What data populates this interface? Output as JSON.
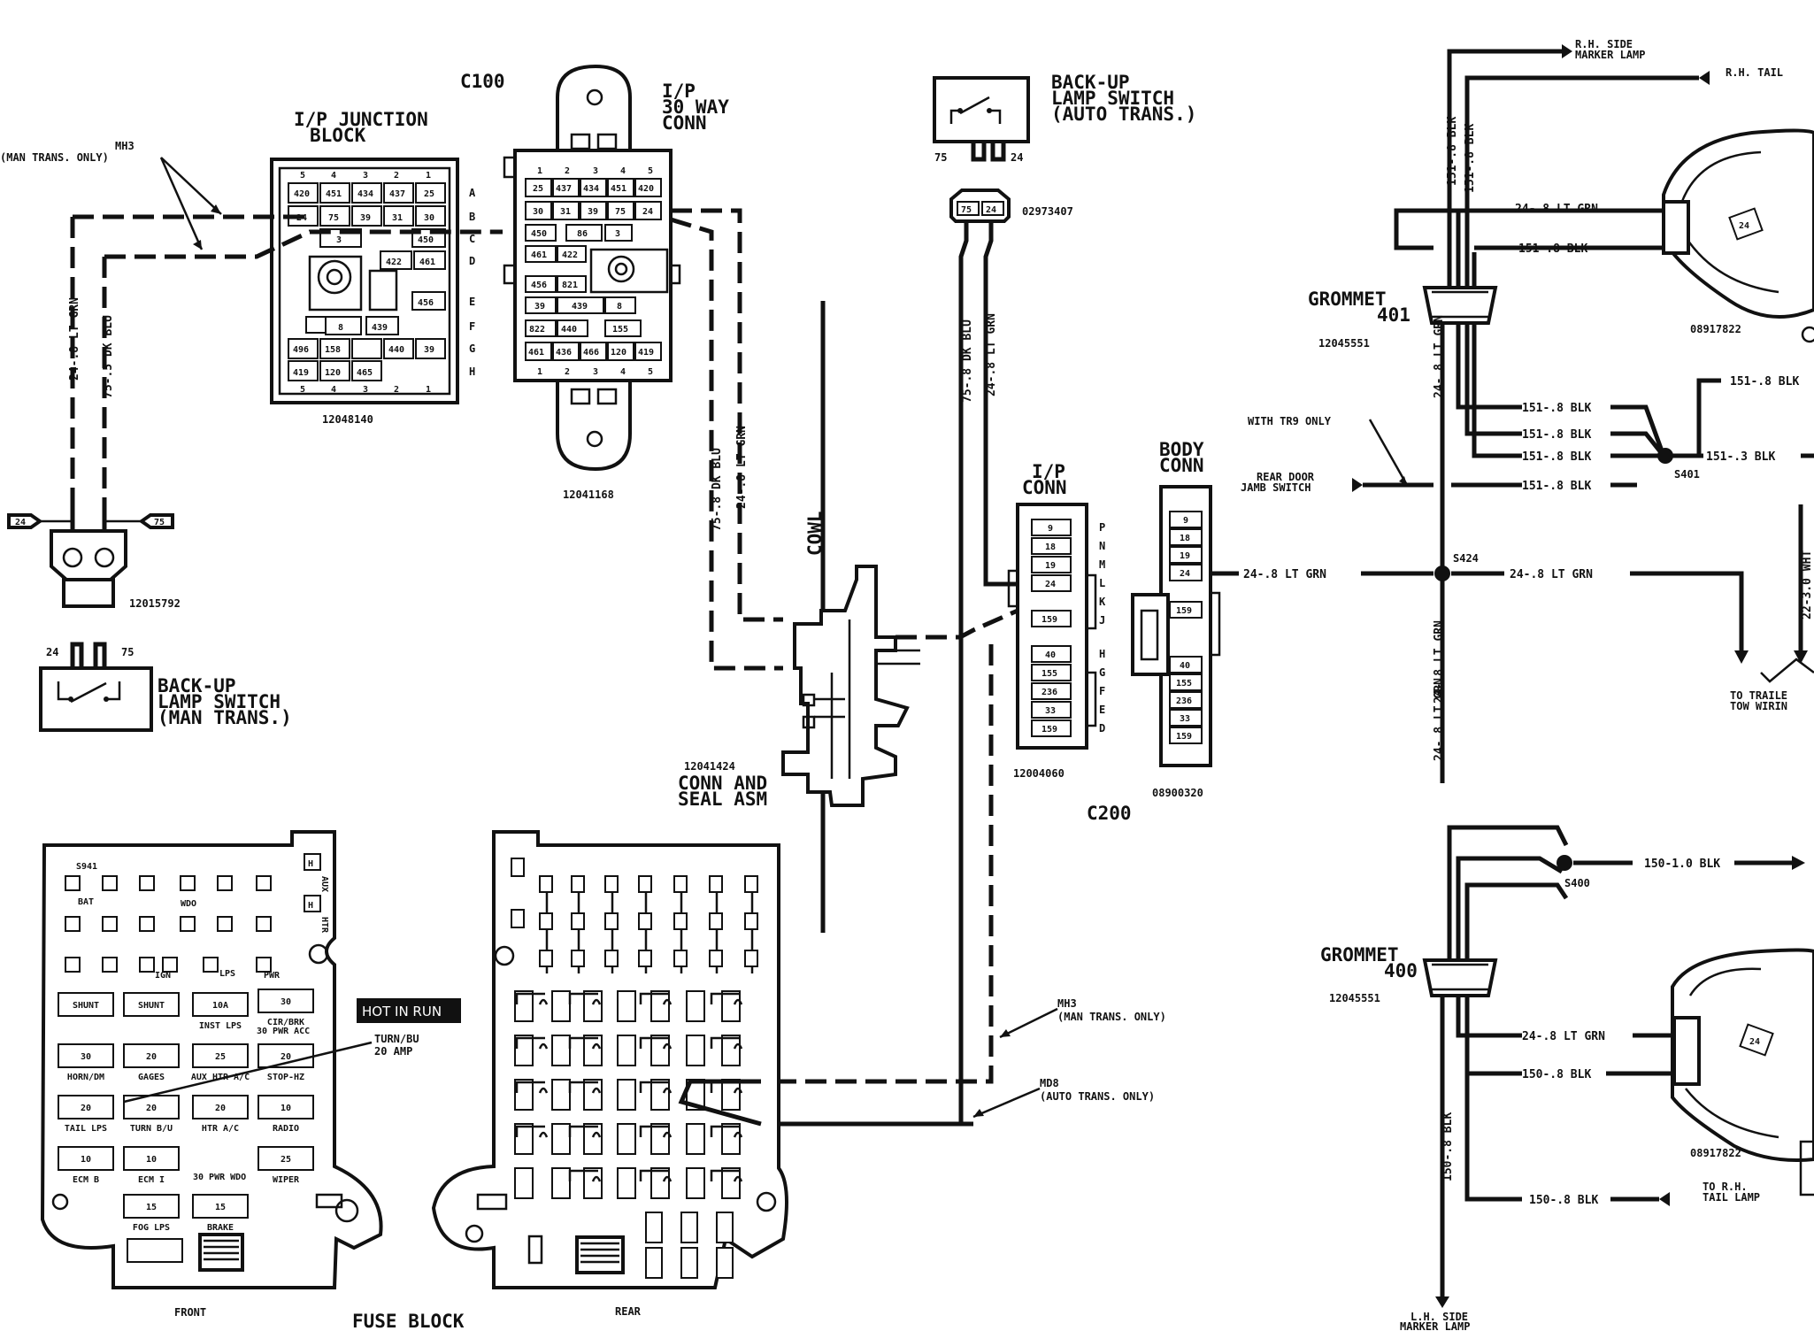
{
  "c100": "C100",
  "c200": "C200",
  "ip_junction_block": {
    "title_line1": "I/P JUNCTION",
    "title_line2": "BLOCK",
    "part_number": "12048140",
    "col_nums_top": [
      "5",
      "4",
      "3",
      "2",
      "1"
    ],
    "col_nums_bottom": [
      "5",
      "4",
      "3",
      "2",
      "1"
    ],
    "row_letters": [
      "A",
      "B",
      "C",
      "D",
      "E",
      "F",
      "G",
      "H"
    ],
    "row_a": [
      "420",
      "451",
      "434",
      "437",
      "25"
    ],
    "row_b": [
      "24",
      "75",
      "39",
      "31",
      "30"
    ],
    "c_cells": [
      "3",
      "450"
    ],
    "d_cells": [
      "422",
      "461"
    ],
    "e_cells": [
      "456"
    ],
    "f_cells": [
      "8",
      "439"
    ],
    "g_cells": [
      "496",
      "158",
      "440",
      "39"
    ],
    "h_cells": [
      "419",
      "120",
      "465"
    ]
  },
  "ip_30way": {
    "title_line1": "I/P",
    "title_line2": "30 WAY",
    "title_line3": "CONN",
    "part_number": "12041168",
    "col_nums_top": [
      "1",
      "2",
      "3",
      "4",
      "5"
    ],
    "col_nums_bottom": [
      "1",
      "2",
      "3",
      "4",
      "5"
    ],
    "row_a": [
      "25",
      "437",
      "434",
      "451",
      "420"
    ],
    "row_b": [
      "30",
      "31",
      "39",
      "75",
      "24"
    ],
    "c_cells": [
      "450",
      "86",
      "3"
    ],
    "d_cells": [
      "461",
      "422"
    ],
    "e_cells": [
      "456",
      "821"
    ],
    "f_cells": [
      "39",
      "439",
      "8"
    ],
    "g_cells": [
      "822",
      "440",
      "155"
    ],
    "h_cells": [
      "461",
      "436",
      "466",
      "120",
      "419"
    ]
  },
  "left": {
    "mh3_line1": "MH3",
    "mh3_line2": "(MAN TRANS. ONLY)",
    "wire_24": "24-.8 LT GRN",
    "wire_75": "75-.5 DK BLU",
    "pin_24": "24",
    "pin_75": "75",
    "conn_part": "12015792",
    "switch_pin_24": "24",
    "switch_pin_75": "75",
    "switch_line1": "BACK-UP",
    "switch_line2": "LAMP SWITCH",
    "switch_line3": "(MAN TRANS.)"
  },
  "middle": {
    "wire_75": "75-.8 DK BLU",
    "wire_24": "24-.8 LT GRN",
    "cowl": "COWL",
    "seal_part": "12041424",
    "seal_line1": "CONN AND",
    "seal_line2": "SEAL ASM"
  },
  "auto_switch": {
    "line1": "BACK-UP",
    "line2": "LAMP SWITCH",
    "line3": "(AUTO TRANS.)",
    "pin_75": "75",
    "pin_24": "24",
    "conn_pin_75": "75",
    "conn_pin_24": "24",
    "conn_part": "02973407",
    "wire_75": "75-.8 DK BLU",
    "wire_24": "24-.8 LT GRN"
  },
  "ip_conn": {
    "title_line1": "I/P",
    "title_line2": "CONN",
    "cells": [
      "9",
      "18",
      "19",
      "24",
      "159",
      "40",
      "155",
      "236",
      "33",
      "159"
    ],
    "letters": [
      "P",
      "N",
      "M",
      "L",
      "K",
      "J",
      "H",
      "G",
      "F",
      "E",
      "D"
    ],
    "part_number": "12004060"
  },
  "body_conn": {
    "title_line1": "BODY",
    "title_line2": "CONN",
    "cells": [
      "9",
      "18",
      "19",
      "24",
      "159",
      "40",
      "155",
      "236",
      "33",
      "159"
    ],
    "part_number": "08900320"
  },
  "notes": {
    "mh3_line1": "MH3",
    "mh3_line2": "(MAN TRANS. ONLY)",
    "md8_line1": "MD8",
    "md8_line2": "(AUTO TRANS. ONLY)"
  },
  "right": {
    "rh_side_line1": "R.H. SIDE",
    "rh_side_line2": "MARKER LAMP",
    "rh_tail": "R.H. TAIL",
    "wire_151_blk_a": "151-.8 BLK",
    "wire_151_blk_b": "151-.8 BLK",
    "wire_24_top": "24-.8 LT GRN",
    "wire_151_top": "151-.8 BLK",
    "grommet401_line1": "GROMMET",
    "grommet401_line2": "401",
    "grommet401_part": "12045551",
    "lamp_part_top": "08917822",
    "lamp_pin_top": "24",
    "vert_24_a": "24-.8 LT GRN",
    "w151_1": "151-.8 BLK",
    "w151_2": "151-.8 BLK",
    "w151_3": "151-.8 BLK",
    "w151_4": "151-.8 BLK",
    "w151_right": "151-.8 BLK",
    "w151_03": "151-.3 BLK",
    "s401": "S401",
    "with_tr9": "WITH TR9 ONLY",
    "rear_door_line1": "REAR DOOR",
    "rear_door_line2": "JAMB SWITCH",
    "s424": "S424",
    "wire_24_left": "24-.8 LT GRN",
    "wire_24_right": "24-.8 LT GRN",
    "wire_22": "22-3.0 WHT",
    "trailer_line1": "TO TRAILE",
    "trailer_line2": "TOW WIRIN",
    "vert_24_b": "24-.8 LT GRN",
    "vert_24_c": "24-.8 LT GRN",
    "s400": "S400",
    "wire_150_10": "150-1.0 BLK",
    "grommet400_line1": "GROMMET",
    "grommet400_line2": "400",
    "grommet400_part": "12045551",
    "wire_24_bottom": "24-.8 LT GRN",
    "wire_150_08": "150-.8 BLK",
    "lamp_pin_bottom": "24",
    "lamp_part_bottom": "08917822",
    "vert_150": "150-.8 BLK",
    "wire_150_bottom": "150-.8 BLK",
    "to_rh_line1": "TO R.H.",
    "to_rh_line2": "TAIL LAMP",
    "lh_side_line1": "L.H. SIDE",
    "lh_side_line2": "MARKER LAMP"
  },
  "fuse_block": {
    "s941": "S941",
    "bat": "BAT",
    "wdo": "WDO",
    "ign": "IGN",
    "lps": "LPS",
    "pwr": "PWR",
    "aux": "AUX",
    "htr": "HTR",
    "fuses": [
      {
        "value": "SHUNT",
        "label": ""
      },
      {
        "value": "SHUNT",
        "label": ""
      },
      {
        "value": "10A",
        "label": "INST LPS"
      },
      {
        "value": "30",
        "label": "CIR/BRK"
      },
      {
        "value": "30",
        "label": "HORN/DM"
      },
      {
        "value": "20",
        "label": "GAGES"
      },
      {
        "value": "25",
        "label": "AUX HTR A/C"
      },
      {
        "value": "20",
        "label": "STOP-HZ"
      },
      {
        "value": "20",
        "label": "TAIL LPS"
      },
      {
        "value": "20",
        "label": "TURN B/U"
      },
      {
        "value": "20",
        "label": "HTR A/C"
      },
      {
        "value": "10",
        "label": "RADIO"
      },
      {
        "value": "10",
        "label": "ECM B"
      },
      {
        "value": "10",
        "label": "ECM I"
      },
      {
        "value": "25",
        "label": "WIPER"
      },
      {
        "value": "15",
        "label": "FOG LPS"
      },
      {
        "value": "15",
        "label": "BRAKE"
      }
    ],
    "pwr_acc": "30 PWR ACC",
    "pwr_wdo": "30 PWR WDO",
    "hot_in_run": "HOT IN RUN",
    "turn_line1": "TURN/BU",
    "turn_line2": "20 AMP",
    "front": "FRONT",
    "rear": "REAR",
    "title": "FUSE BLOCK"
  },
  "colors": {
    "ink": "#111111",
    "paper": "#ffffff",
    "badge": "#111111"
  }
}
